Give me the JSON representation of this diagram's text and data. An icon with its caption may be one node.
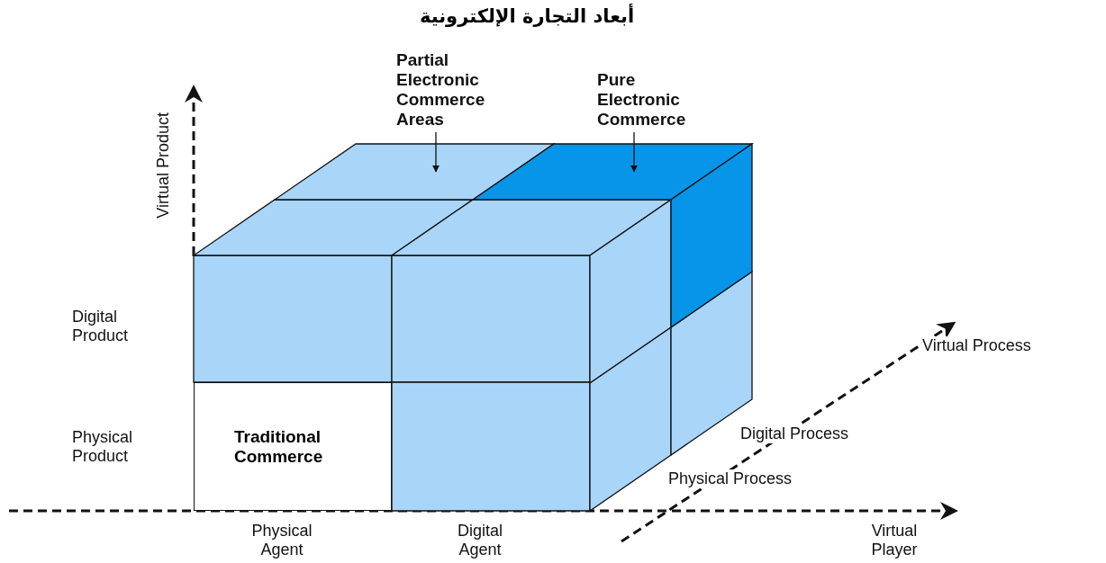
{
  "diagram": {
    "title": "أبعاد التجارة الإلكترونية",
    "nodes": [
      {
        "text": [
          "Partial Electronic Commerce Areas"
        ]
      },
      {
        "text": [
          "Pure Electronic Commerce"
        ]
      },
      {
        "text": [],
        "shape": "box"
      },
      {
        "text": [],
        "shape": "box"
      },
      {
        "text": [
          "Traditional Commerce"
        ]
      }
    ],
    "edges": [
      {
        "from": 0,
        "to": 2,
        "arrow": "to"
      },
      {
        "from": 1,
        "to": 3,
        "arrow": "to"
      }
    ],
    "labels": [
      "Virtual Product",
      "Digital Product",
      "Virtual Process",
      "Physical Product",
      "Digital Process",
      "Physical Process",
      "Physical Agent",
      "Digital Agent",
      "Virtual Player"
    ]
  }
}
